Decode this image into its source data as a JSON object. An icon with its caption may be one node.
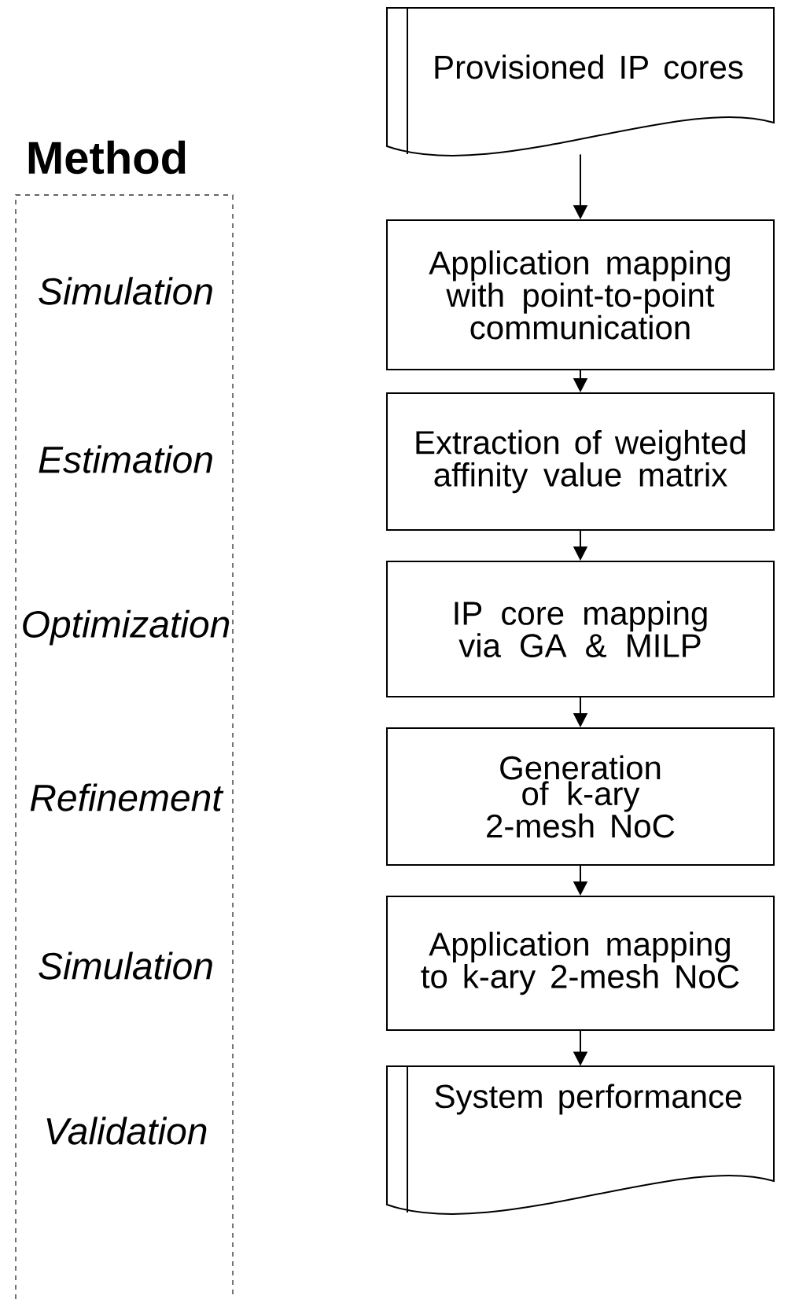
{
  "diagram": {
    "nodes": [
      {
        "text": [
          "Provisioned IP cores"
        ]
      },
      {
        "text": [
          "Application mapping with point-to-point communication"
        ]
      },
      {
        "text": [
          "Extraction of weighted affinity value matrix"
        ]
      },
      {
        "text": [
          "IP core mapping via GA & MILP"
        ]
      },
      {
        "text": [
          "Generation of k-ary 2-mesh NoC"
        ]
      },
      {
        "text": [
          "Application mapping to k-ary 2-mesh NoC"
        ]
      },
      {
        "text": [
          "System performance"
        ]
      }
    ],
    "edges": [
      {
        "from": 0,
        "to": 1,
        "arrow": "to"
      },
      {
        "from": 1,
        "to": 2,
        "arrow": "to"
      },
      {
        "from": 2,
        "to": 3,
        "arrow": "to"
      },
      {
        "from": 3,
        "to": 4,
        "arrow": "to"
      },
      {
        "from": 4,
        "to": 5,
        "arrow": "to"
      },
      {
        "from": 5,
        "to": 6,
        "arrow": "to"
      }
    ],
    "labels": [
      "Method",
      "Simulation",
      "Estimation",
      "Optimization",
      "Refinement",
      "Simulation",
      "Validation"
    ]
  }
}
